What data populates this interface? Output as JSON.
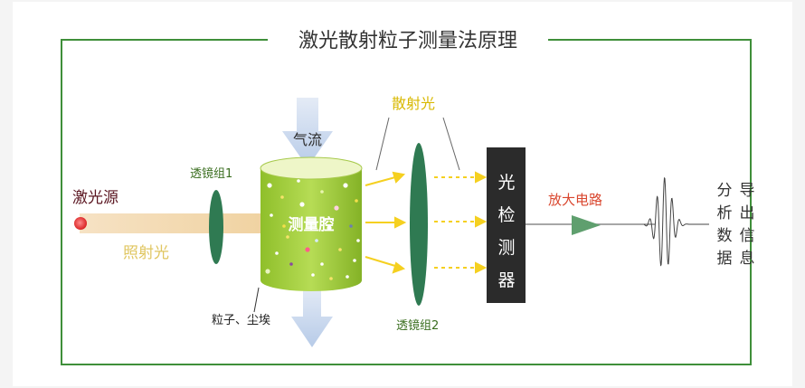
{
  "title": "激光散射粒子测量法原理",
  "labels": {
    "laser_source": "激光源",
    "irradiation_light": "照射光",
    "lens_group_1": "透镜组1",
    "airflow": "气流",
    "measuring_chamber": "测量腔",
    "particles_dust": "粒子、尘埃",
    "scattered_light": "散射光",
    "lens_group_2": "透镜组2",
    "photodetector": [
      "光",
      "检",
      "测",
      "器"
    ],
    "amplifier_circuit": "放大电路",
    "output": [
      "分",
      "导",
      "析",
      "出",
      "数",
      "信",
      "据",
      "息"
    ]
  },
  "colors": {
    "frame": "#3f8f3a",
    "lens": "#2f7a52",
    "beam": "#f2d6a8",
    "chamber": "#9ccc3a",
    "arrow_yellow": "#f5d020",
    "scatter_text": "#d8b800",
    "detector": "#2b2b2b",
    "amp_text": "#d9462e",
    "airflow": "#c9d8ee"
  }
}
